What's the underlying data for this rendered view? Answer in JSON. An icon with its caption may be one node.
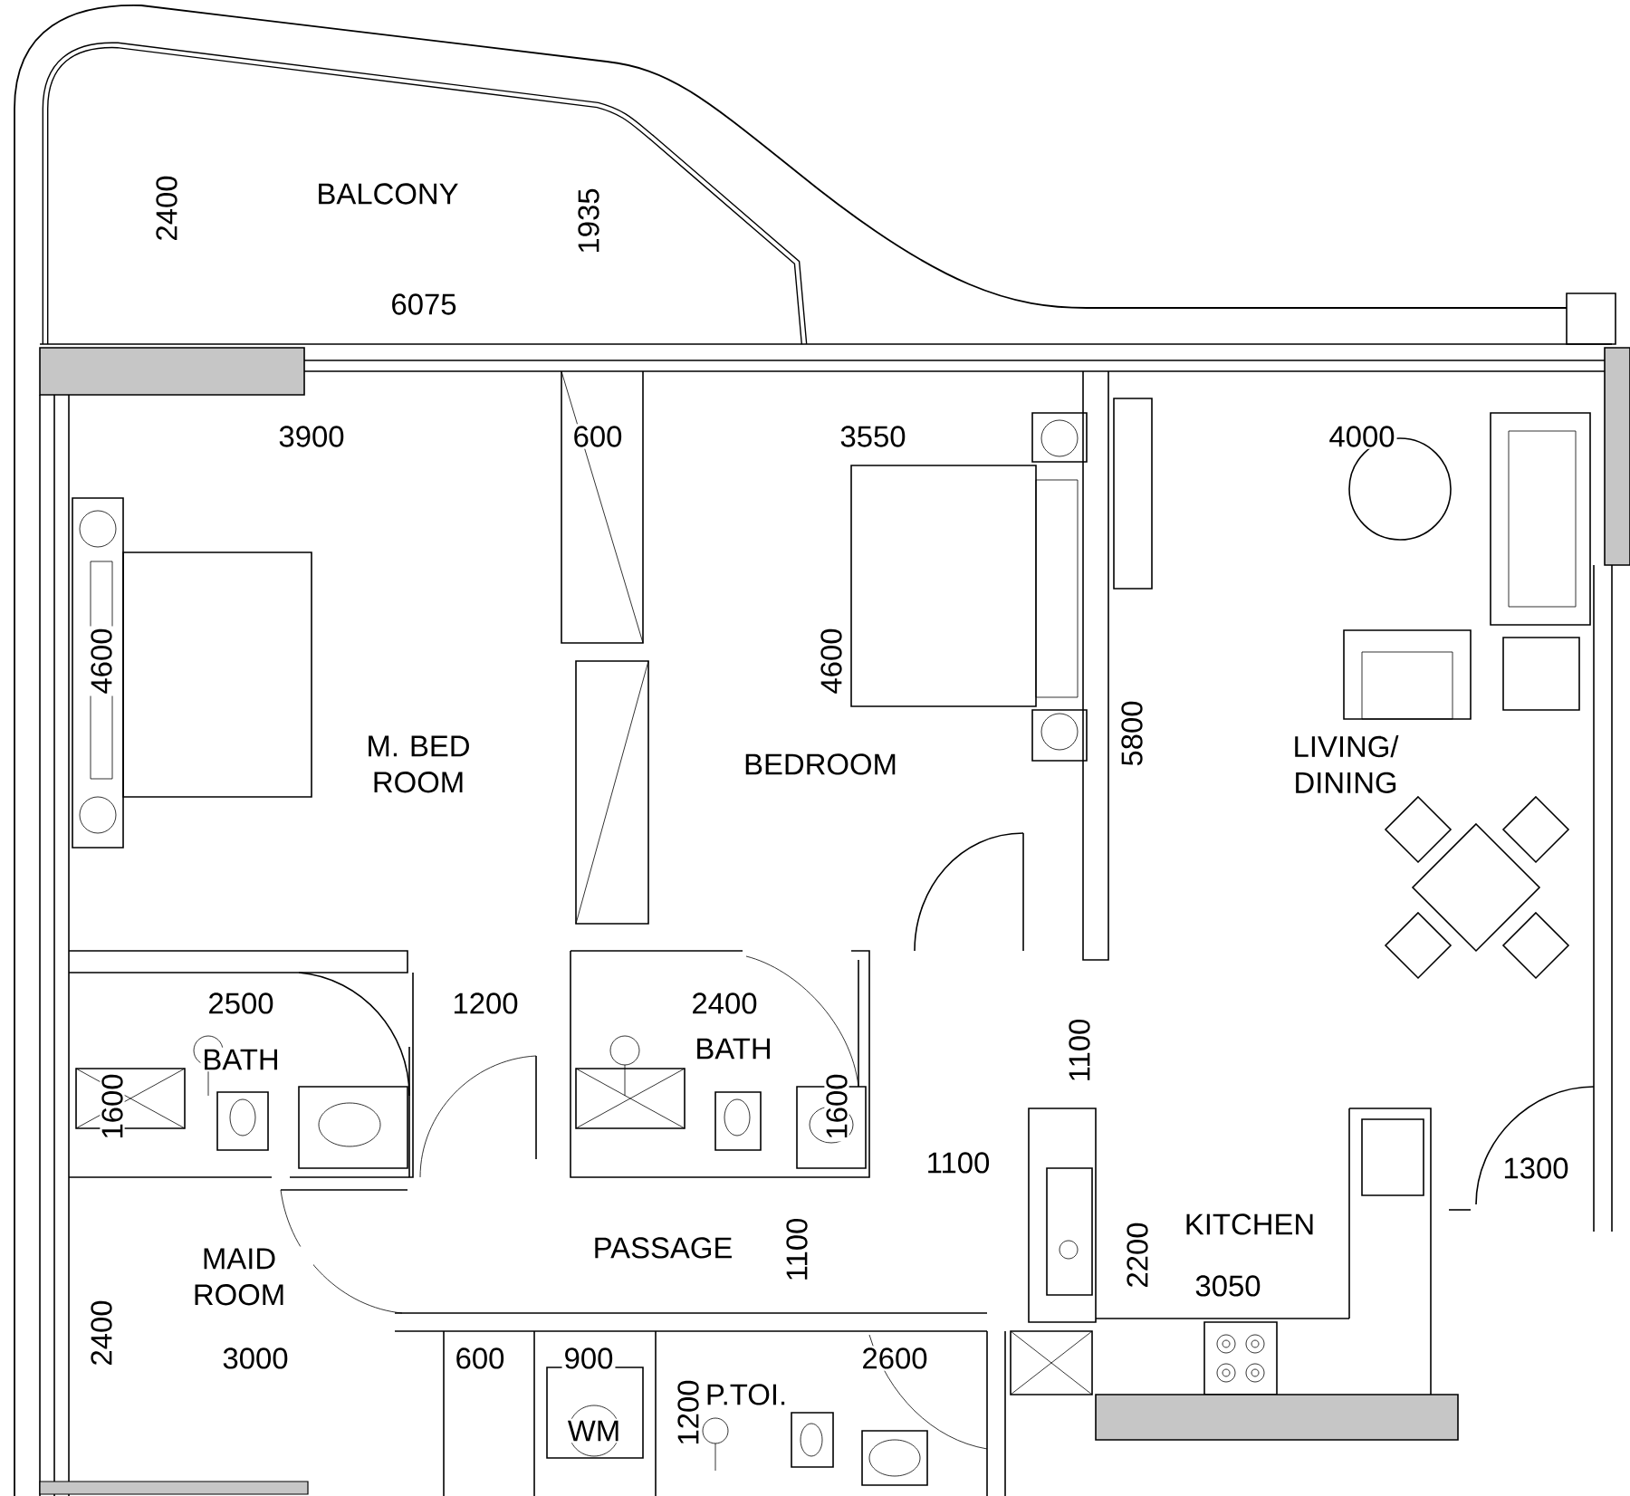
{
  "diagram": {
    "labels": [
      "2400",
      "BALCONY",
      "1935",
      "6075",
      "3900",
      "600",
      "3550",
      "4000",
      "4600",
      "4600",
      "M. BED ROOM",
      "BEDROOM",
      "5800",
      "LIVING/ DINING",
      "2500",
      "1200",
      "2400",
      "BATH",
      "BATH",
      "1600",
      "1600",
      "1100",
      "1100",
      "1300",
      "KITCHEN",
      "MAID ROOM",
      "PASSAGE",
      "1100",
      "2200",
      "3050",
      "2400",
      "3000",
      "600",
      "900",
      "2600",
      "WM",
      "1200",
      "P.TOI."
    ]
  }
}
